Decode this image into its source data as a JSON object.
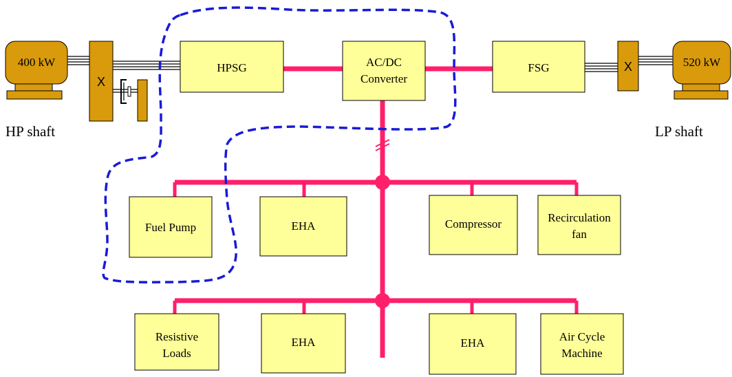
{
  "colors": {
    "box_fill": "#ffff99",
    "bus": "#ff1f6b",
    "engine": "#d99a0b",
    "boundary": "#1a1ad6"
  },
  "engines": {
    "hp": {
      "power_label": "400 kW",
      "shaft_label": "HP shaft",
      "gearbox_label": "X"
    },
    "lp": {
      "power_label": "520 kW",
      "shaft_label": "LP shaft",
      "gearbox_label": "X"
    }
  },
  "generation": {
    "hpsg": {
      "label": "HPSG"
    },
    "converter": {
      "line1": "AC/DC",
      "line2": "Converter"
    },
    "fsg": {
      "label": "FSG"
    }
  },
  "loads_row1": [
    {
      "line1": "Fuel Pump",
      "line2": ""
    },
    {
      "line1": "EHA",
      "line2": ""
    },
    {
      "line1": "Compressor",
      "line2": ""
    },
    {
      "line1": "Recirculation",
      "line2": "fan"
    }
  ],
  "loads_row2": [
    {
      "line1": "Resistive",
      "line2": "Loads"
    },
    {
      "line1": "EHA",
      "line2": ""
    },
    {
      "line1": "EHA",
      "line2": ""
    },
    {
      "line1": "Air Cycle",
      "line2": "Machine"
    }
  ]
}
